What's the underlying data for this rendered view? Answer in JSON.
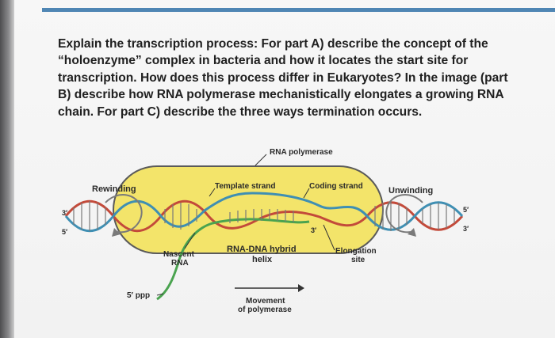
{
  "question": {
    "line1": "Explain the transcription process: For part A) describe the concept of the",
    "line2": "“holoenzyme” complex in bacteria and how it locates the start site for",
    "line3": "transcription. How does this process differ in Eukaryotes? In the image (part",
    "line4": "B) describe how RNA polymerase mechanistically elongates a growing RNA",
    "line5": "chain. For part C) describe the three ways termination occurs."
  },
  "figure": {
    "rna_polymerase": "RNA polymerase",
    "rewinding": "Rewinding",
    "unwinding": "Unwinding",
    "template_strand": "Template strand",
    "coding_strand": "Coding strand",
    "nascent_rna_1": "Nascent",
    "nascent_rna_2": "RNA",
    "hybrid_1": "RNA-DNA hybrid",
    "hybrid_2": "helix",
    "elongation_1": "Elongation",
    "elongation_2": "site",
    "five_ppp": "5′ ppp",
    "movement_1": "Movement",
    "movement_2": "of polymerase",
    "end_left_top": "3′",
    "end_left_bottom": "5′",
    "end_right_top": "5′",
    "end_right_bottom": "3′",
    "end_rna_3": "3′"
  },
  "colors": {
    "polymerase_fill": "#f3e46a",
    "polymerase_outline": "#5a5a5a",
    "template_strand": "#c34a3a",
    "coding_strand": "#3f8fb3",
    "rna_strand": "#4aa34f",
    "accent_bar": "#4f86b4"
  }
}
